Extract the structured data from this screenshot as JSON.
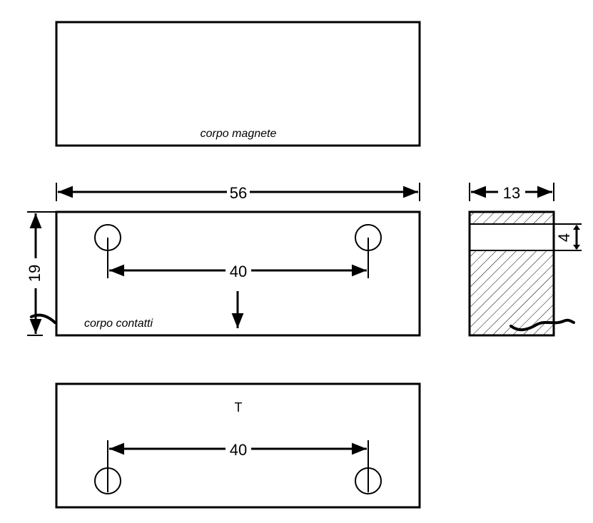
{
  "labels": {
    "magnet_body": "corpo magnete",
    "contact_body": "corpo contatti",
    "bottom_mark": "T"
  },
  "dimensions": {
    "total_length": "56",
    "height": "19",
    "hole_spacing_front": "40",
    "hole_spacing_bottom": "40",
    "side_width": "13",
    "side_gap": "4"
  }
}
